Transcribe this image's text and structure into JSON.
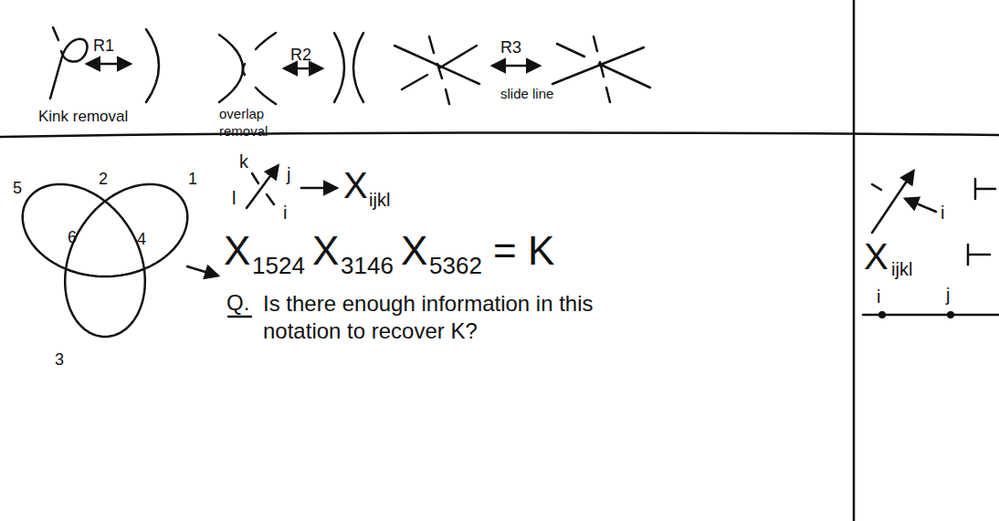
{
  "diagram": {
    "labels": [
      "R1",
      "Kink removal",
      "R2",
      "overlap removal",
      "R3",
      "slide line",
      "1",
      "2",
      "3",
      "4",
      "5",
      "6",
      "k",
      "j",
      "i",
      "l",
      "X",
      "ijkl",
      "X",
      "1524",
      "X",
      "3146",
      "X",
      "5362",
      "= K",
      "Q.",
      "Is there enough information in this notation to recover K?",
      "i",
      "X",
      "ijkl",
      "i",
      "j"
    ]
  }
}
